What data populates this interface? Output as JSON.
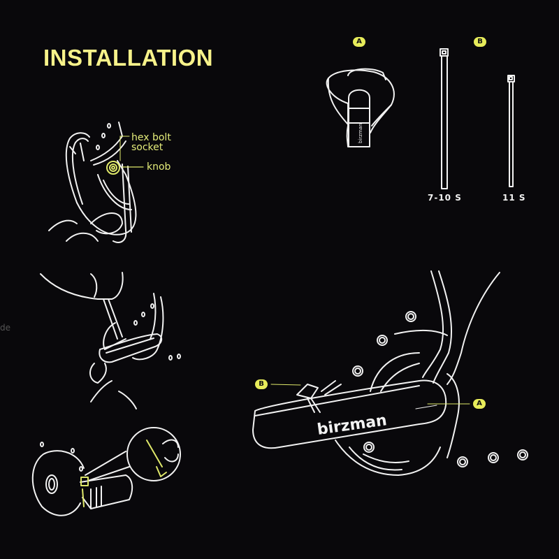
{
  "title": "INSTALLATION",
  "step1": {
    "labels": {
      "hex_bolt_socket_line1": "hex bolt",
      "hex_bolt_socket_line2": "socket",
      "knob": "knob"
    }
  },
  "parts": {
    "part_a": {
      "badge": "A",
      "brand": "birzman"
    },
    "part_b": {
      "badge": "B",
      "ties": [
        {
          "label": "7-10 S"
        },
        {
          "label": "11 S"
        }
      ]
    }
  },
  "main_diagram": {
    "badge_a": "A",
    "badge_b": "B",
    "brand": "birzman"
  },
  "edge_text": "de",
  "colors": {
    "background": "#09080b",
    "accent_yellow": "#f7f28a",
    "badge_yellow": "#e7ec5a",
    "line_white": "#f2f2f2"
  }
}
